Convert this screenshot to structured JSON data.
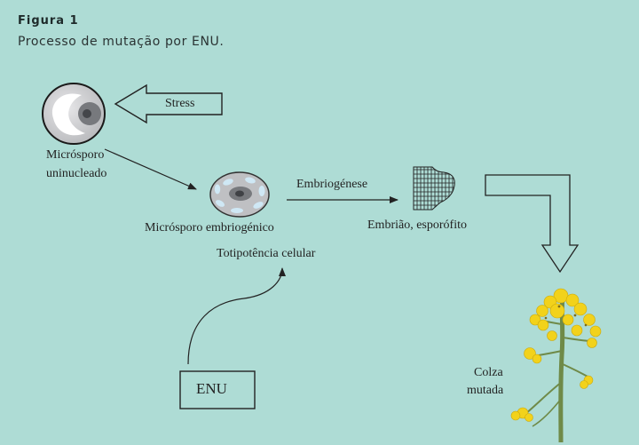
{
  "figure": {
    "title": "Figura 1",
    "subtitle": "Processo de mutação por ENU."
  },
  "labels": {
    "stress": "Stress",
    "microsporo_uni_line1": "Micrósporo",
    "microsporo_uni_line2": "uninucleado",
    "embriogenese": "Embriogénese",
    "microsporo_embrio": "Micrósporo embriogénico",
    "totipotencia": "Totipotência celular",
    "embriao": "Embrião, esporófito",
    "enu": "ENU",
    "colza_line1": "Colza",
    "colza_line2": "mutada"
  },
  "colors": {
    "background": "#aedcd5",
    "cell_fill": "#d4d4d6",
    "nucleus": "#7a7c80",
    "vacuole": "#cfe8f5",
    "flower": "#f2d21b",
    "stem": "#6f8a48"
  }
}
